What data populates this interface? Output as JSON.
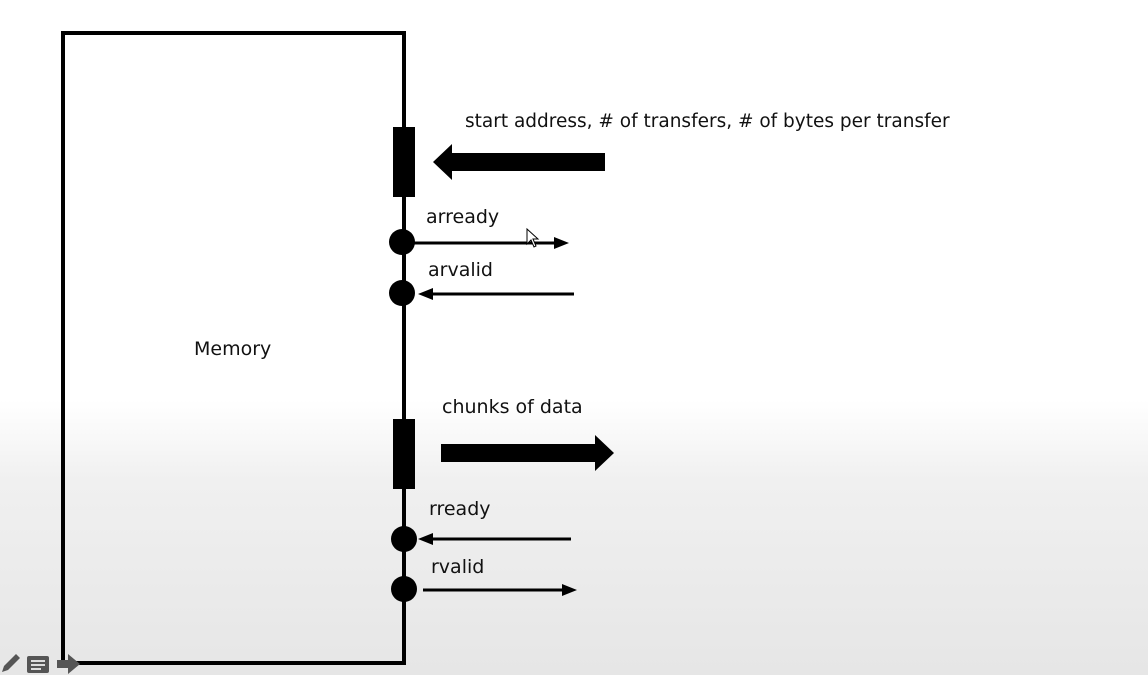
{
  "memory_label": "Memory",
  "address_label": "start address, # of transfers, # of bytes per transfer",
  "arready_label": "arready",
  "arvalid_label": "arvalid",
  "data_label": "chunks of data",
  "rready_label": "rready",
  "rvalid_label": "rvalid",
  "colors": {
    "stroke": "#000000"
  },
  "toolbar": {
    "icons": [
      "pencil-icon",
      "notes-icon",
      "next-arrow-icon"
    ]
  }
}
